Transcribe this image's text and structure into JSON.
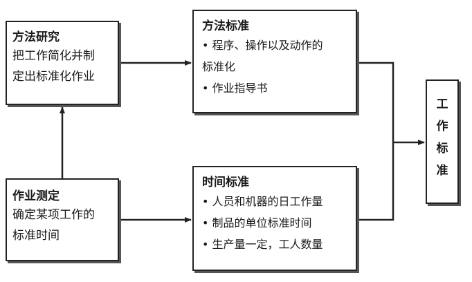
{
  "method_study": {
    "title": "方法研究",
    "lines": [
      "把工作简化并制",
      "定出标准化作业"
    ]
  },
  "work_measurement": {
    "title": "作业测定",
    "lines": [
      "确定某项工作的",
      "标准时间"
    ]
  },
  "method_standard": {
    "title": "方法标准",
    "bullets": [
      "• 程序、操作以及动作的",
      "标准化",
      "• 作业指导书"
    ]
  },
  "time_standard": {
    "title": "时间标准",
    "bullets": [
      "• 人员和机器的日工作量",
      "• 制品的单位标准时间",
      "• 生产量一定，工人数量"
    ]
  },
  "work_standard": {
    "chars": [
      "工",
      "作",
      "标",
      "准"
    ]
  }
}
